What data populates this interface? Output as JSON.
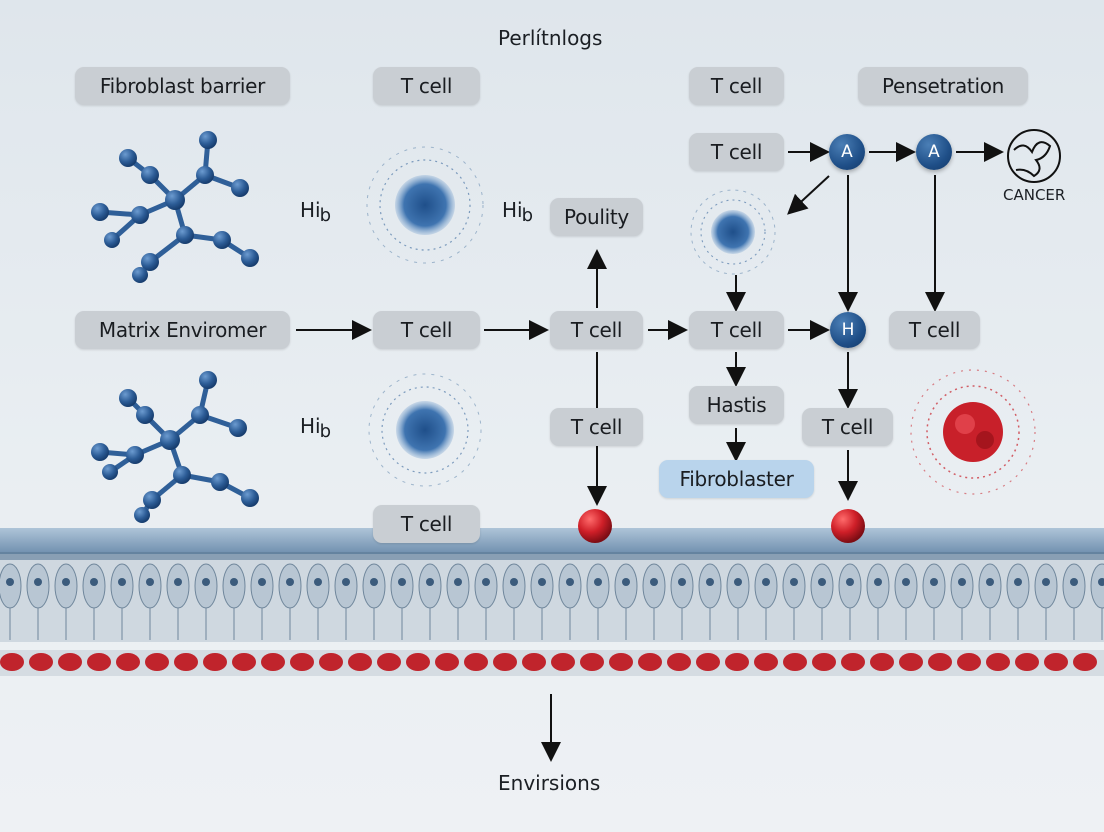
{
  "header": {
    "title": "Perlítnlogs"
  },
  "labels": {
    "fibroblast_barrier": "Fibroblast barrier",
    "tcell_top1": "T cell",
    "tcell_top2": "T cell",
    "pensetration": "Pensetration",
    "tcell_a": "T cell",
    "poulity": "Poulity",
    "matrix": "Matrix Enviromer",
    "tcell_mid1": "T cell",
    "tcell_mid2": "T cell",
    "tcell_mid3": "T cell",
    "tcell_mid4": "T cell",
    "tcell_low1": "T cell",
    "hastis": "Hastis",
    "tcell_low2": "T cell",
    "fibroblaster": "Fibroblaster",
    "tcell_bottom": "T cell",
    "environs": "Envirsions",
    "cancer": "CANCER"
  },
  "nodes": {
    "a1": "A",
    "a2": "A",
    "h": "H"
  },
  "hb_labels": {
    "main": "Hi",
    "sub": "b"
  },
  "colors": {
    "molecule_blue": "#2f5f98",
    "nanoparticle_red": "#c8202a",
    "pill_gray": "#c9ced3",
    "pill_blue": "#b9d4ec"
  },
  "icons": {
    "molecules": "ball-and-stick-molecule",
    "nanoparticles": "dendrimer-nanoparticle",
    "cancer": "cancer-cell-icon",
    "membrane": "cell-membrane-layer",
    "red_cell": "red-blood-cell"
  }
}
